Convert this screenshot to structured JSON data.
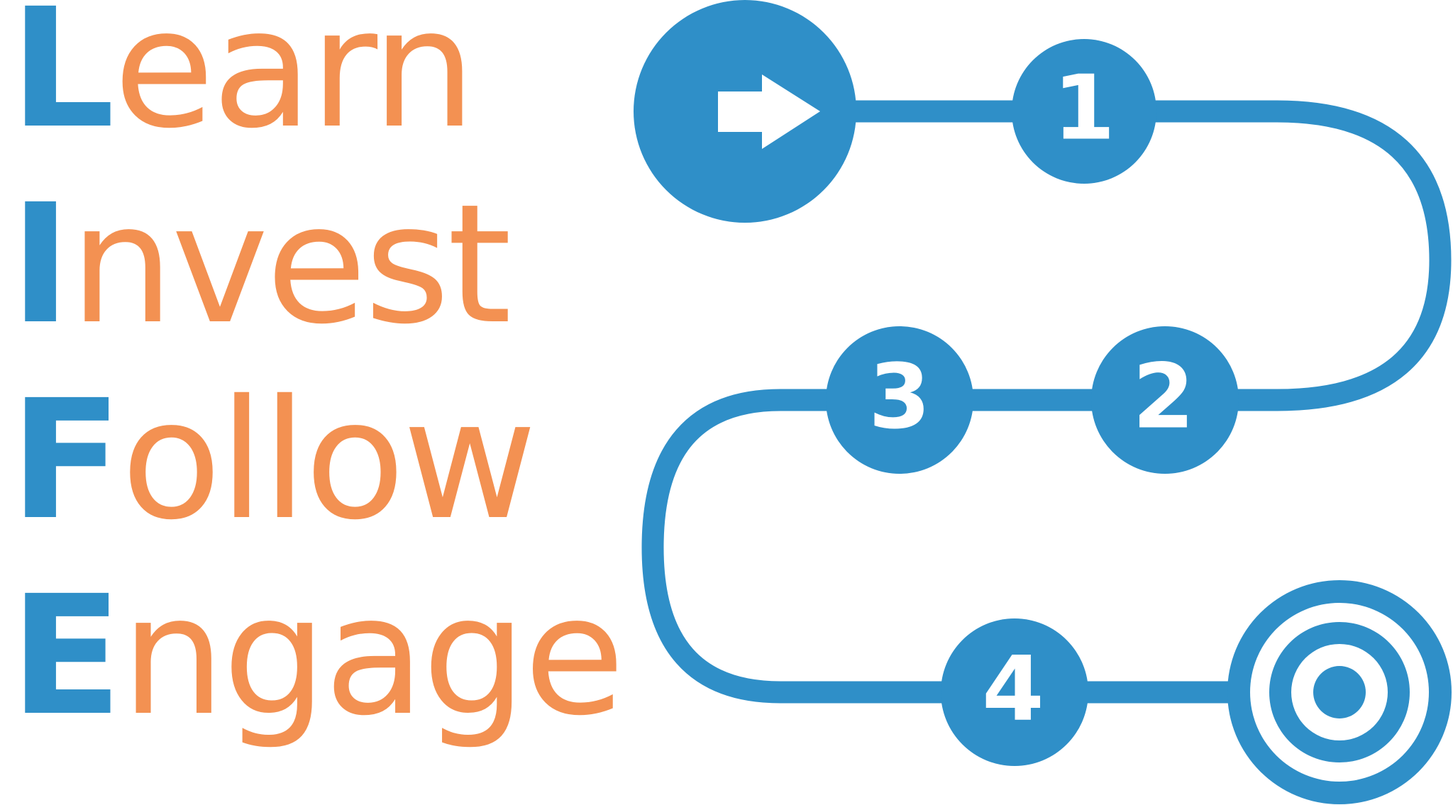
{
  "colors": {
    "blue": "#2f8fc8",
    "orange": "#f39152",
    "white": "#ffffff"
  },
  "words": [
    {
      "initial": "L",
      "rest": "earn"
    },
    {
      "initial": "I",
      "rest": "nvest"
    },
    {
      "initial": "F",
      "rest": "ollow"
    },
    {
      "initial": "E",
      "rest": "ngage"
    }
  ],
  "roadmap": {
    "start_icon": "arrow-right-icon",
    "end_icon": "target-icon",
    "steps": [
      "1",
      "2",
      "3",
      "4"
    ]
  }
}
